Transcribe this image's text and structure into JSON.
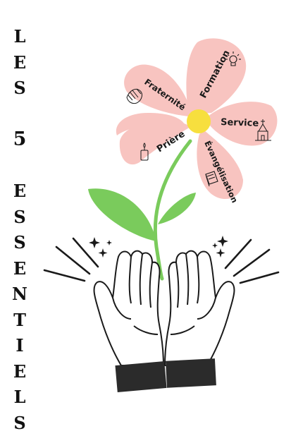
{
  "title": {
    "letters": [
      "L",
      "E",
      "S",
      "",
      "5",
      "",
      "E",
      "S",
      "S",
      "E",
      "N",
      "T",
      "I",
      "E",
      "L",
      "S"
    ]
  },
  "petals": {
    "fraternite": "Fraternité",
    "formation": "Formation",
    "service": "Service",
    "evangelisation": "Évangélisation",
    "priere": "Prière"
  },
  "colors": {
    "petal": "#f8c4c0",
    "center": "#f7df3e",
    "stem": "#7acb5c",
    "ink": "#1a1a1a",
    "cuff": "#2b2b2b"
  },
  "icons": [
    "praying-hands-icon",
    "lightbulb-icon",
    "church-icon",
    "bible-icon",
    "candle-icon",
    "sparkle-icon"
  ]
}
